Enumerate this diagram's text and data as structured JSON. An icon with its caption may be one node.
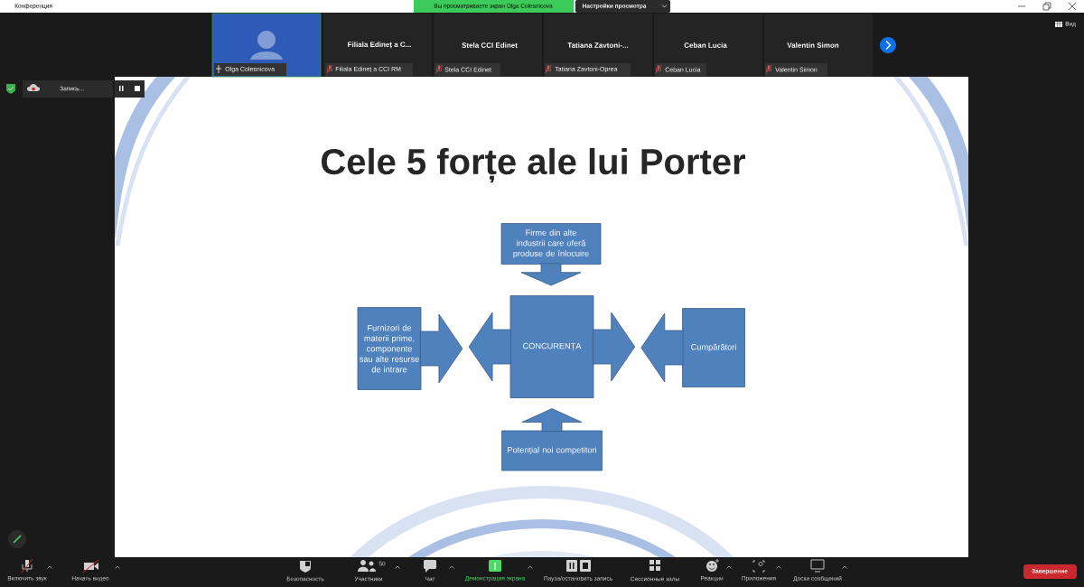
{
  "diagram": {
    "title": "Cele 5 forțe ale lui Porter",
    "nodes": [
      {
        "text": [
          "Firme din alte industrii care oferă produse de înlocuire"
        ]
      },
      {
        "text": [
          "Furnizori de materii prime, componente sau alte resurse de intrare"
        ]
      },
      {
        "text": [
          "CONCURENȚA"
        ]
      },
      {
        "text": [
          "Cumpărători"
        ]
      },
      {
        "text": [
          "Potențial noi competitori"
        ]
      }
    ],
    "edges": [
      {
        "from": 1,
        "to": 2,
        "arrow": "to"
      },
      {
        "from": 2,
        "to": 1,
        "arrow": "to"
      },
      {
        "from": 0,
        "to": 2,
        "arrow": "to"
      },
      {
        "from": 2,
        "to": 3,
        "arrow": "to"
      },
      {
        "from": 3,
        "to": 2,
        "arrow": "to"
      },
      {
        "from": 4,
        "to": 2,
        "arrow": "to"
      }
    ],
    "labels": [
      "Конференция",
      "Вы просматриваете экран Olga Colesnicova",
      "Настройки просмотра",
      "Filiala Edineț a C...",
      "Stela CCI Edinet",
      "Tatiana Zavtoni-...",
      "Ceban Lucia",
      "Valentin Simon",
      "Вид",
      "Olga Colesnicova",
      "Filiala Edineț a CCI RM",
      "Stela CCI Edinet",
      "Tatiana Zavtoni-Oprea",
      "Ceban Lucia",
      "Valentin Simon",
      "Запись...",
      "Включить звук",
      "Начать видео",
      "Безопасность",
      "50",
      "Участники",
      "Чат",
      "Демонстрация экрана",
      "Пауза/остановить запись",
      "Сессионные залы",
      "Реакции",
      "Приложения",
      "Доски сообщений",
      "Завершение"
    ]
  }
}
